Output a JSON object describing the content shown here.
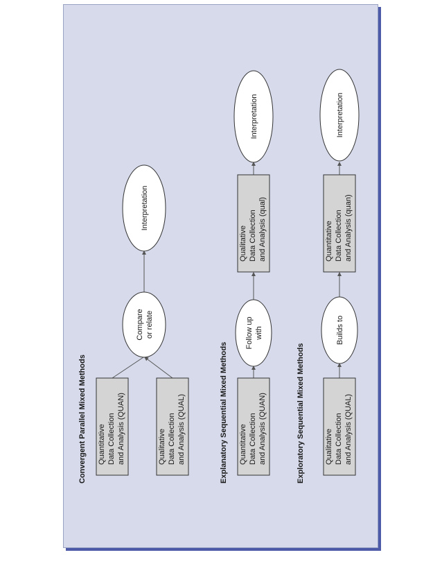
{
  "sections": [
    {
      "heading": "Convergent Parallel Mixed Methods",
      "boxes": [
        {
          "lines": [
            "Quantitative",
            "Data Collection",
            "and Analysis (QUAN)"
          ]
        },
        {
          "lines": [
            "Qualitative",
            "Data Collection",
            "and Analysis (QUAL)"
          ]
        }
      ],
      "ovals": [
        {
          "lines": [
            "Compare",
            "or relate"
          ]
        },
        {
          "lines": [
            "Interpretation"
          ]
        }
      ]
    },
    {
      "heading": "Explanatory Sequential Mixed Methods",
      "boxes": [
        {
          "lines": [
            "Quantitative",
            "Data Collection",
            "and Analysis (QUAN)"
          ]
        },
        {
          "lines": [
            "Qualitative",
            "Data Collection",
            "and Analysis (qual)"
          ]
        }
      ],
      "ovals": [
        {
          "lines": [
            "Follow up",
            "with"
          ]
        },
        {
          "lines": [
            "Interpretation"
          ]
        }
      ]
    },
    {
      "heading": "Exploratory Sequential Mixed Methods",
      "boxes": [
        {
          "lines": [
            "Qualitative",
            "Data Collection",
            "and Analysis (QUAL)"
          ]
        },
        {
          "lines": [
            "Quantitative",
            "Data Collection",
            "and Analysis (quan)"
          ]
        }
      ],
      "ovals": [
        {
          "lines": [
            "Builds to"
          ]
        },
        {
          "lines": [
            "Interpretation"
          ]
        }
      ]
    }
  ]
}
